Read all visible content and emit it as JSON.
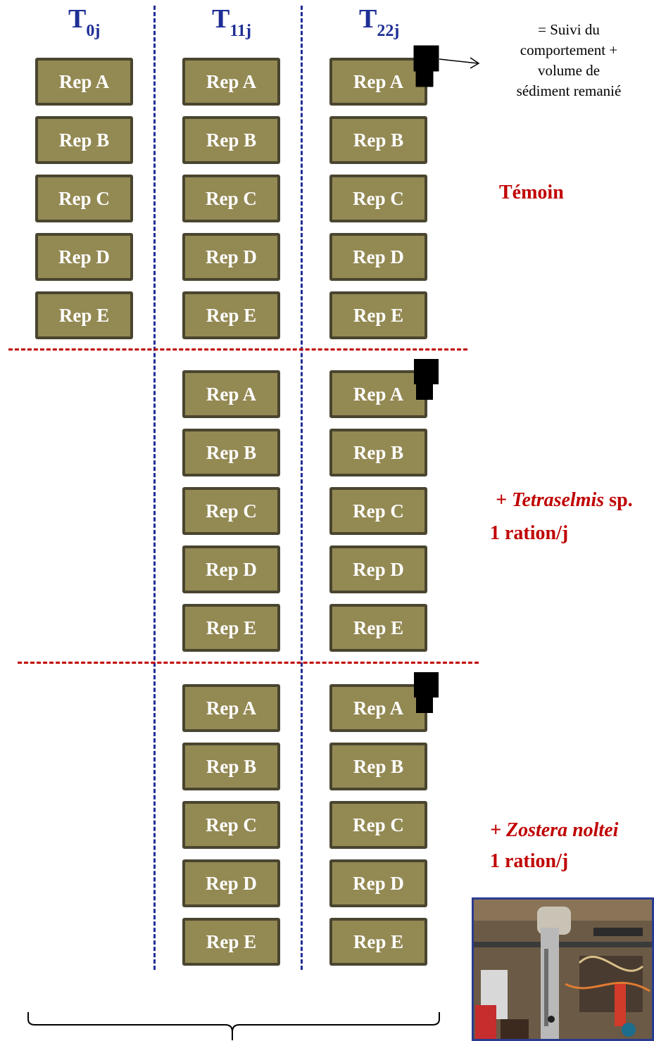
{
  "columns": [
    {
      "prefix": "T",
      "sub": "0j"
    },
    {
      "prefix": "T",
      "sub": "11j"
    },
    {
      "prefix": "T",
      "sub": "22j"
    }
  ],
  "reps": [
    "Rep A",
    "Rep B",
    "Rep C",
    "Rep D",
    "Rep E"
  ],
  "legend": {
    "line1": "= Suivi du",
    "line2": "comportement +",
    "line3": "volume de",
    "line4": "sédiment remanié"
  },
  "groups": {
    "temoin": "Témoin",
    "tetra": {
      "plus": "+ ",
      "name": "Tetraselmis",
      "suffix": " sp.",
      "ration": "1 ration/j"
    },
    "zostera": {
      "plus": "+ ",
      "name": "Zostera noltei",
      "ration": "1 ration/j"
    }
  },
  "colors": {
    "box_fill": "#938953",
    "box_border": "#4a4530",
    "header_blue": "#1f2f96",
    "label_red": "#c00000"
  },
  "icons": [
    "camera-icon",
    "arrow-icon",
    "brace-icon"
  ]
}
